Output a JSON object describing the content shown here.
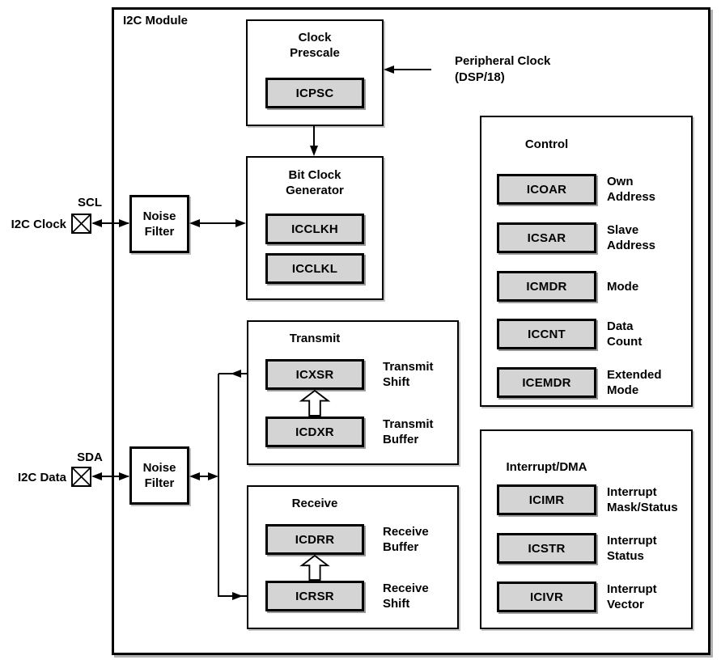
{
  "module": {
    "title": "I2C Module"
  },
  "io": {
    "scl": {
      "pin_label": "SCL",
      "signal_label": "I2C Clock"
    },
    "sda": {
      "pin_label": "SDA",
      "signal_label": "I2C Data"
    },
    "peripheral_clock_label": "Peripheral Clock\n(DSP/18)"
  },
  "noise_filter_label": "Noise\nFilter",
  "blocks": {
    "clock_prescale": {
      "title": "Clock\nPrescale",
      "registers": [
        {
          "name": "ICPSC"
        }
      ]
    },
    "bit_clock_generator": {
      "title": "Bit Clock\nGenerator",
      "registers": [
        {
          "name": "ICCLKH"
        },
        {
          "name": "ICCLKL"
        }
      ]
    },
    "transmit": {
      "title": "Transmit",
      "registers": [
        {
          "name": "ICXSR",
          "desc": "Transmit\nShift"
        },
        {
          "name": "ICDXR",
          "desc": "Transmit\nBuffer"
        }
      ]
    },
    "receive": {
      "title": "Receive",
      "registers": [
        {
          "name": "ICDRR",
          "desc": "Receive\nBuffer"
        },
        {
          "name": "ICRSR",
          "desc": "Receive\nShift"
        }
      ]
    },
    "control": {
      "title": "Control",
      "registers": [
        {
          "name": "ICOAR",
          "desc": "Own\nAddress"
        },
        {
          "name": "ICSAR",
          "desc": "Slave\nAddress"
        },
        {
          "name": "ICMDR",
          "desc": "Mode"
        },
        {
          "name": "ICCNT",
          "desc": "Data\nCount"
        },
        {
          "name": "ICEMDR",
          "desc": "Extended\nMode"
        }
      ]
    },
    "interrupt_dma": {
      "title": "Interrupt/DMA",
      "registers": [
        {
          "name": "ICIMR",
          "desc": "Interrupt\nMask/Status"
        },
        {
          "name": "ICSTR",
          "desc": "Interrupt\nStatus"
        },
        {
          "name": "ICIVR",
          "desc": "Interrupt\nVector"
        }
      ]
    }
  },
  "colors": {
    "register_fill": "#d4d4d4",
    "line": "#000000",
    "background": "#ffffff"
  }
}
